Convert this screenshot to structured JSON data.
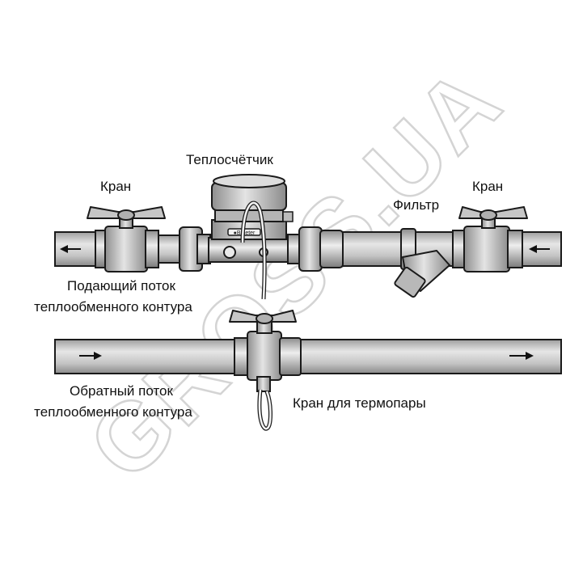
{
  "labels": {
    "heat_meter": "Теплосчётчик",
    "valve_left": "Кран",
    "valve_right": "Кран",
    "filter": "Фильтр",
    "supply_line1": "Подающий поток",
    "supply_line2": "теплообменного контура",
    "return_line1": "Обратный поток",
    "return_line2": "теплообменного контура",
    "thermo_valve": "Кран для термопары"
  },
  "watermark": "GROSS.UA",
  "colors": {
    "pipe_fill": "#d2d2d2",
    "pipe_dark": "#9a9a9a",
    "outline": "#1a1a1a",
    "watermark_stroke": "#d8d8d8"
  },
  "flow": {
    "supply_direction": "left",
    "return_direction": "right"
  }
}
